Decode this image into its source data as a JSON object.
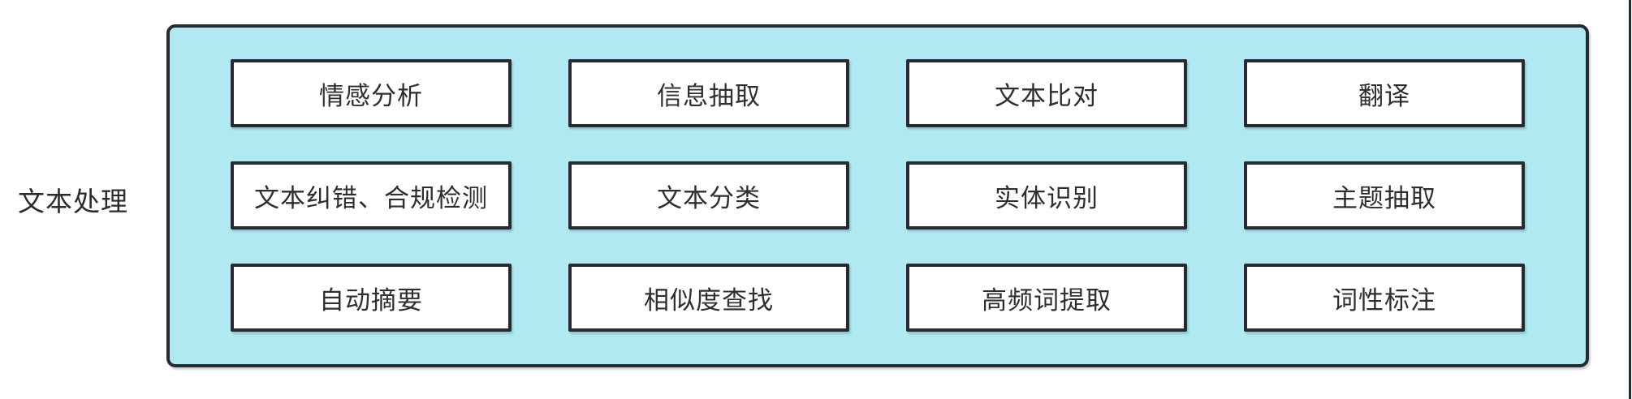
{
  "diagram": {
    "category_label": "文本处理",
    "group": {
      "items": [
        {
          "label": "情感分析"
        },
        {
          "label": "信息抽取"
        },
        {
          "label": "文本比对"
        },
        {
          "label": "翻译"
        },
        {
          "label": "文本纠错、合规检测"
        },
        {
          "label": "文本分类"
        },
        {
          "label": "实体识别"
        },
        {
          "label": "主题抽取"
        },
        {
          "label": "自动摘要"
        },
        {
          "label": "相似度查找"
        },
        {
          "label": "高频词提取"
        },
        {
          "label": "词性标注"
        }
      ]
    }
  },
  "colors": {
    "bg": "#ffffff",
    "container-fill": "#b1e9f2",
    "stroke": "#252b33",
    "box-fill": "#ffffff",
    "text": "#2e2e2e"
  }
}
